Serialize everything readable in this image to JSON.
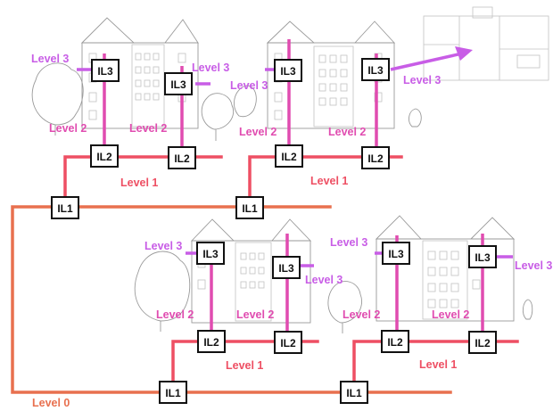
{
  "diagram": {
    "node_types": {
      "il1": "IL1",
      "il2": "IL2",
      "il3": "IL3"
    },
    "levels": {
      "level0": "Level 0",
      "level1": "Level 1",
      "level2": "Level 2",
      "level3": "Level 3"
    },
    "colors": {
      "level0": "#e8704f",
      "level1": "#ee4f63",
      "level2": "#e04cb0",
      "level3": "#c85de6",
      "node_border": "#111111",
      "sketch": "#9a9a9a"
    },
    "icons": [
      "building-sketch",
      "tree-sketch",
      "floorplan-sketch"
    ]
  }
}
